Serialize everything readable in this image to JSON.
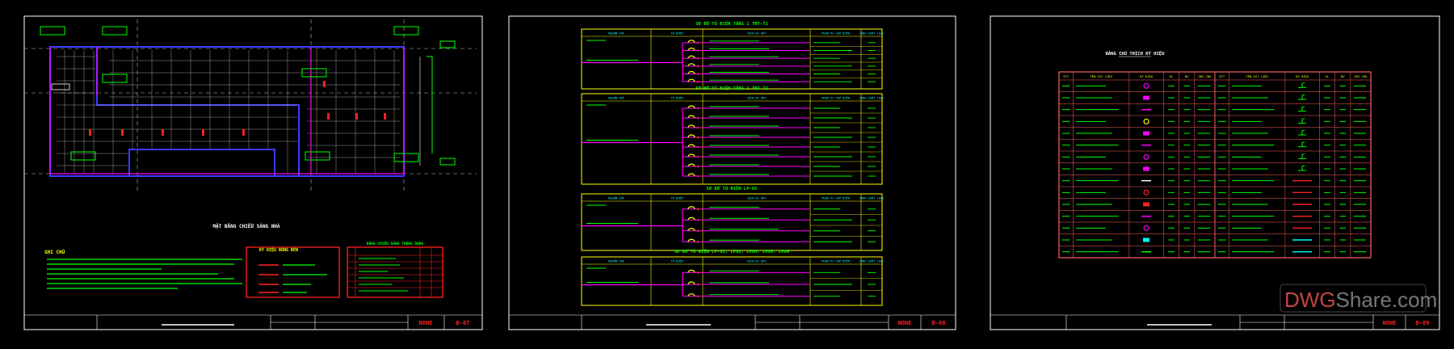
{
  "sheets": [
    {
      "title_block": {
        "scale": "NONE",
        "drawing_no": "Đ-07"
      },
      "labels": {
        "plan_title": "MẶT BẰNG CHIẾU SÁNG NHÀ",
        "notes_title": "GHI CHÚ",
        "legend_title": "KÝ HIỆU BÓNG ĐÈN",
        "table_title": "BẢNG CHIẾU SÁNG THÔNG DỤNG"
      }
    },
    {
      "title_block": {
        "scale": "NONE",
        "drawing_no": "Đ-08"
      },
      "panels": [
        {
          "title": "SƠ ĐỒ TỦ ĐIỆN TẦNG 1 TĐT-T1",
          "rows": 6
        },
        {
          "title": "SƠ ĐỒ TỦ ĐIỆN TẦNG 2 TĐT-T2",
          "rows": 8
        },
        {
          "title": "SƠ ĐỒ TỦ ĐIỆN LP-02",
          "rows": 4
        },
        {
          "title": "SƠ ĐỒ TỦ ĐIỆN LP-01, LP03, LP04, LP05, LP06",
          "rows": 3
        }
      ],
      "headers": [
        "NGUỒN CẤP",
        "TỦ ĐIỆN",
        "CÁCH ĐI DÂY",
        "PHẠM VI CẤP ĐIỆN",
        "CÔNG SUẤT (kW)"
      ]
    },
    {
      "title_block": {
        "scale": "NONE",
        "drawing_no": "Đ-09"
      },
      "table_title": "BẢNG CHÚ THÍCH KÝ HIỆU",
      "headers": [
        "STT",
        "TÊN VẬT LIỆU",
        "KÝ HIỆU",
        "SL",
        "ĐV",
        "GHI CHÚ"
      ],
      "rows": 15
    }
  ],
  "watermark": {
    "brand_a": "DWG",
    "brand_b": "Share.com"
  },
  "colors": {
    "frame": "#ffffff",
    "green": "#00ff00",
    "yellow": "#ffff00",
    "cyan": "#00ffff",
    "magenta": "#ff00ff",
    "red": "#ff2020",
    "blue": "#3c3cff",
    "watermark": "#c44444"
  }
}
